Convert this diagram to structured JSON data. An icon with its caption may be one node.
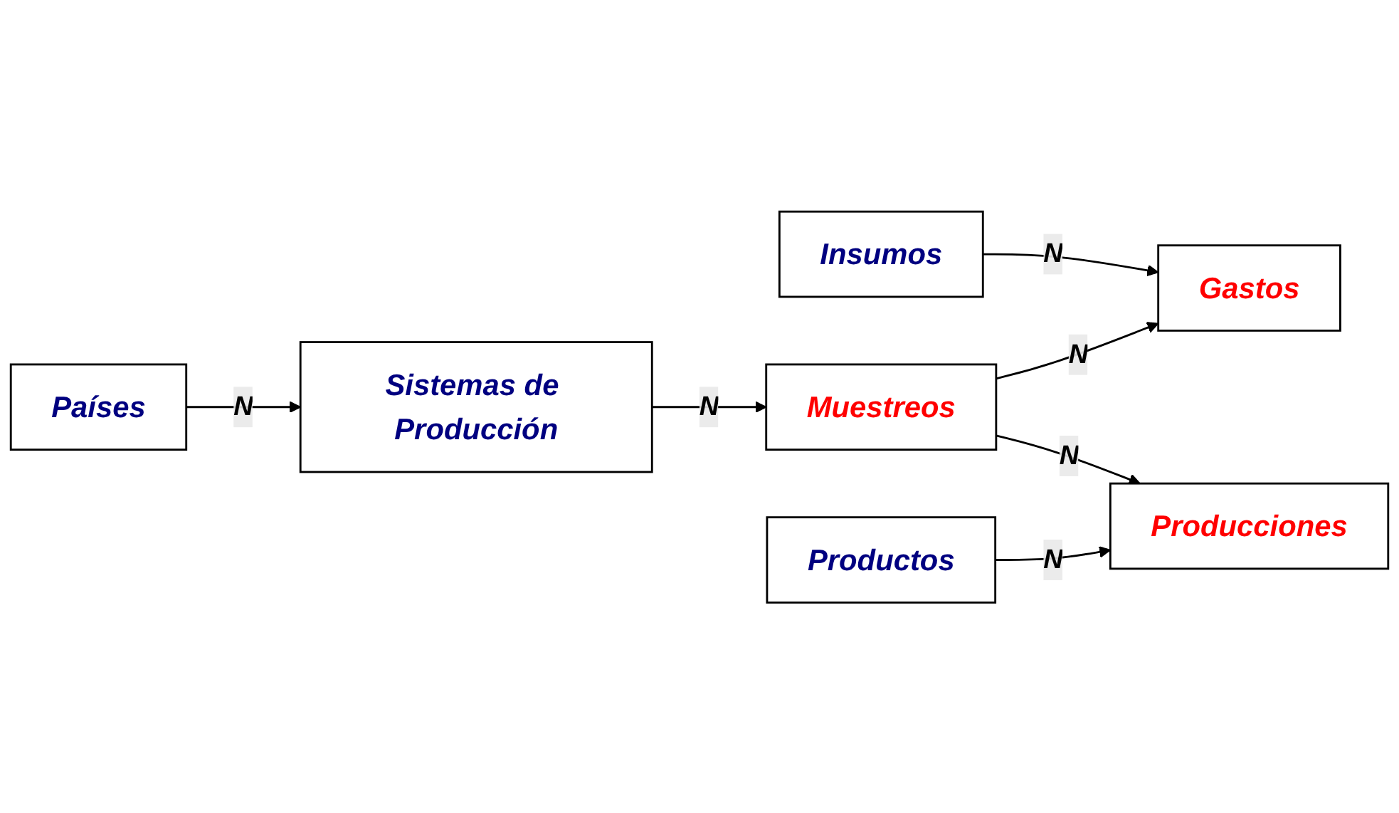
{
  "diagram": {
    "nodes": [
      {
        "text": [
          "Países"
        ]
      },
      {
        "text": [
          "Sistemas de Producción"
        ]
      },
      {
        "text": [
          "Muestreos"
        ]
      },
      {
        "text": [
          "Insumos"
        ]
      },
      {
        "text": [
          "Gastos"
        ]
      },
      {
        "text": [
          "Producciones"
        ]
      },
      {
        "text": [
          "Productos"
        ]
      }
    ],
    "edges": [
      {
        "from": 0,
        "to": 1,
        "arrow": "to",
        "label": "N"
      },
      {
        "from": 1,
        "to": 2,
        "arrow": "to",
        "label": "N"
      },
      {
        "from": 2,
        "to": 4,
        "arrow": "to",
        "label": "N"
      },
      {
        "from": 2,
        "to": 5,
        "arrow": "to",
        "label": "N"
      },
      {
        "from": 3,
        "to": 4,
        "arrow": "to",
        "label": "N"
      },
      {
        "from": 6,
        "to": 5,
        "arrow": "to",
        "label": "N"
      }
    ]
  }
}
